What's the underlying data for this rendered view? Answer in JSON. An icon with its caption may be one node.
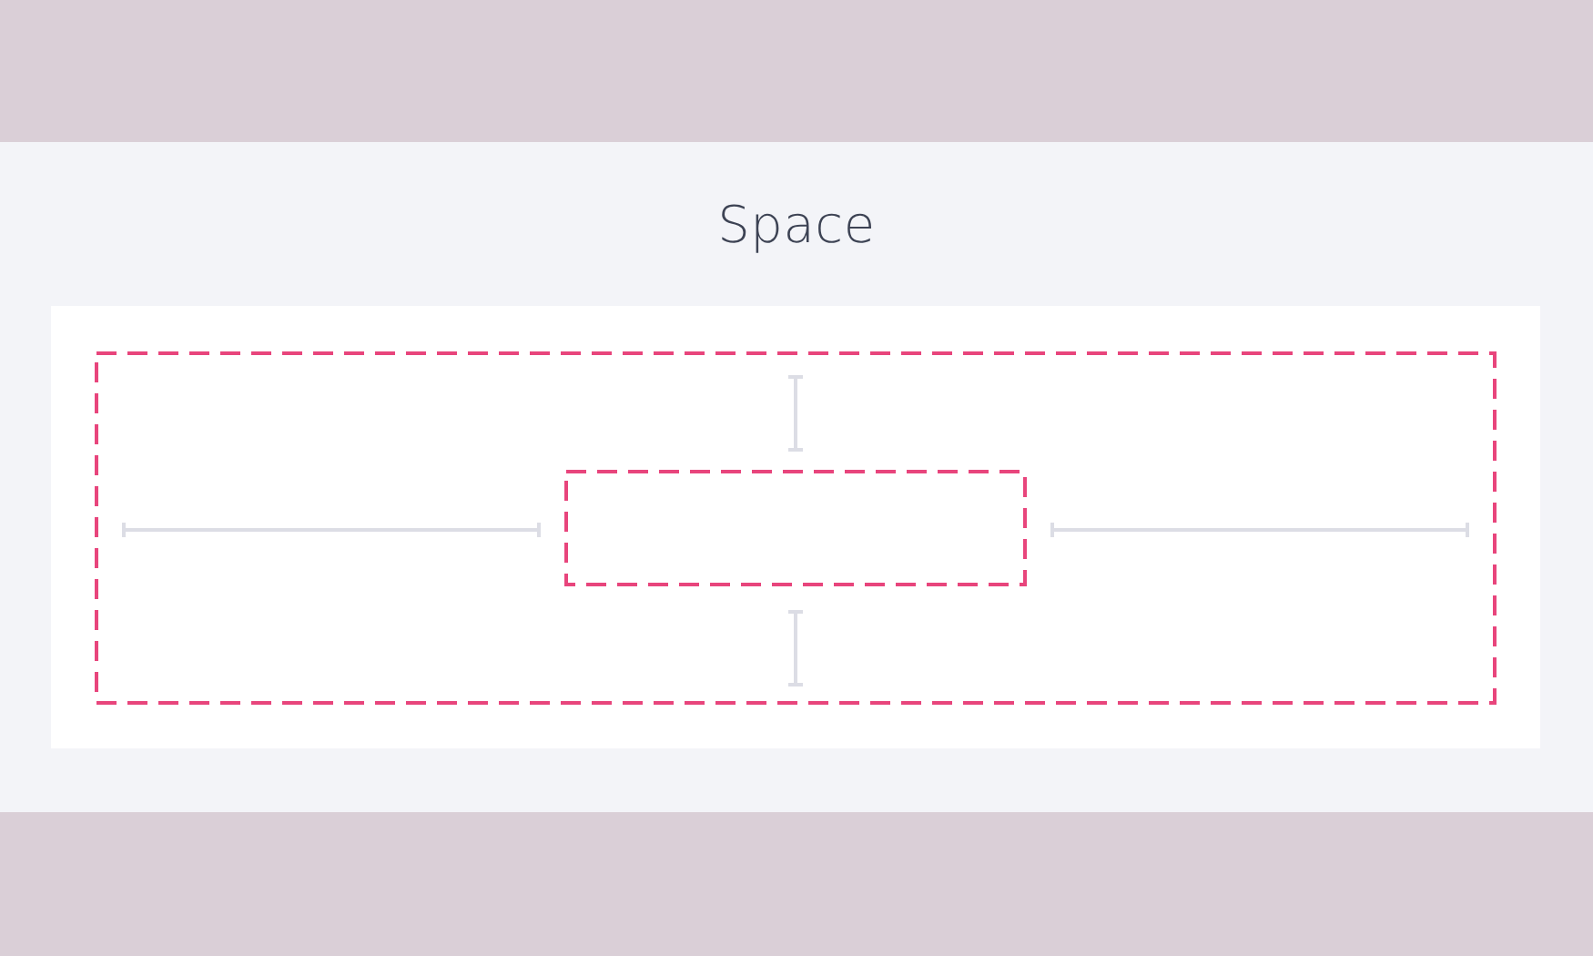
{
  "diagram": {
    "title": "Space",
    "nodes": [
      {
        "text": [],
        "shape": "box"
      },
      {
        "text": [],
        "shape": "box",
        "in": 0
      }
    ]
  }
}
